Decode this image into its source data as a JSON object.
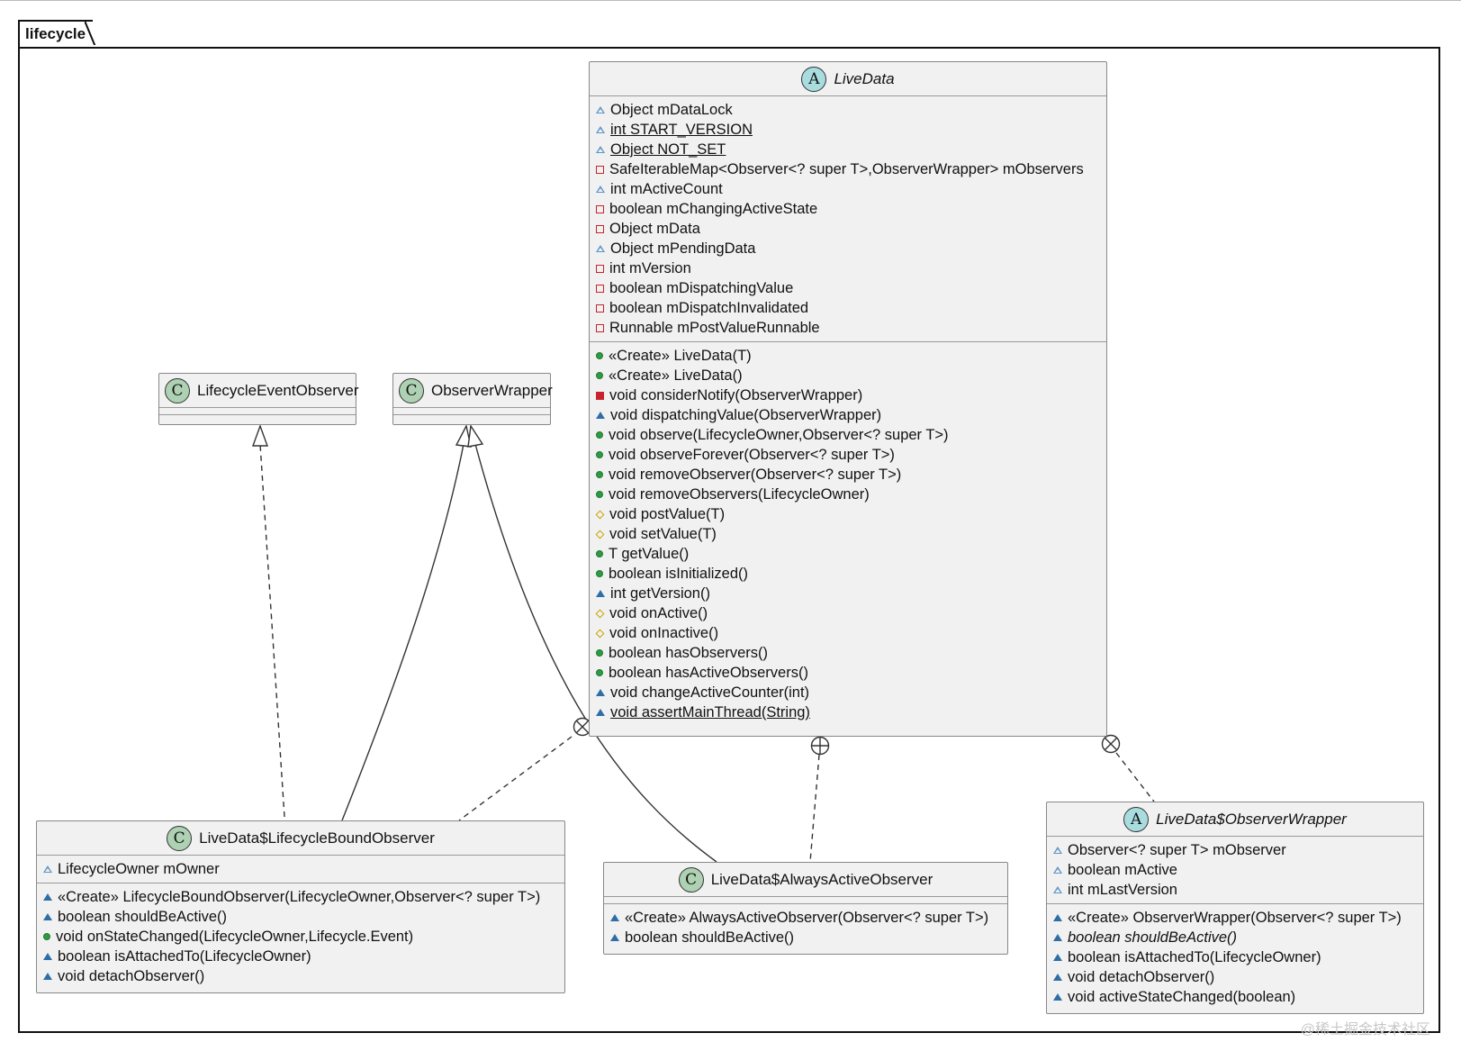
{
  "package": {
    "label": "lifecycle"
  },
  "watermark": "@稀土掘金技术社区",
  "classes": {
    "livedata": {
      "badge": "A",
      "name": "LiveData",
      "fields": [
        {
          "vis": "pkg-o",
          "text": "Object mDataLock"
        },
        {
          "vis": "pkg-o",
          "text": "int START_VERSION",
          "static": true
        },
        {
          "vis": "pkg-o",
          "text": "Object NOT_SET",
          "static": true
        },
        {
          "vis": "priv-o",
          "text": "SafeIterableMap<Observer<? super T>,ObserverWrapper> mObservers"
        },
        {
          "vis": "pkg-o",
          "text": "int mActiveCount"
        },
        {
          "vis": "priv-o",
          "text": "boolean mChangingActiveState"
        },
        {
          "vis": "priv-o",
          "text": "Object mData"
        },
        {
          "vis": "pkg-o",
          "text": "Object mPendingData"
        },
        {
          "vis": "priv-o",
          "text": "int mVersion"
        },
        {
          "vis": "priv-o",
          "text": "boolean mDispatchingValue"
        },
        {
          "vis": "priv-o",
          "text": "boolean mDispatchInvalidated"
        },
        {
          "vis": "priv-o",
          "text": "Runnable mPostValueRunnable"
        }
      ],
      "methods": [
        {
          "vis": "pub-f",
          "text": "«Create» LiveData(T)"
        },
        {
          "vis": "pub-f",
          "text": "«Create» LiveData()"
        },
        {
          "vis": "priv-f",
          "text": "void considerNotify(ObserverWrapper)"
        },
        {
          "vis": "pkg-f",
          "text": "void dispatchingValue(ObserverWrapper)"
        },
        {
          "vis": "pub-f",
          "text": "void observe(LifecycleOwner,Observer<? super T>)"
        },
        {
          "vis": "pub-f",
          "text": "void observeForever(Observer<? super T>)"
        },
        {
          "vis": "pub-f",
          "text": "void removeObserver(Observer<? super T>)"
        },
        {
          "vis": "pub-f",
          "text": "void removeObservers(LifecycleOwner)"
        },
        {
          "vis": "prot-o",
          "text": "void postValue(T)"
        },
        {
          "vis": "prot-o",
          "text": "void setValue(T)"
        },
        {
          "vis": "pub-f",
          "text": "T getValue()"
        },
        {
          "vis": "pub-f",
          "text": "boolean isInitialized()"
        },
        {
          "vis": "pkg-f",
          "text": "int getVersion()"
        },
        {
          "vis": "prot-o",
          "text": "void onActive()"
        },
        {
          "vis": "prot-o",
          "text": "void onInactive()"
        },
        {
          "vis": "pub-f",
          "text": "boolean hasObservers()"
        },
        {
          "vis": "pub-f",
          "text": "boolean hasActiveObservers()"
        },
        {
          "vis": "pkg-f",
          "text": "void changeActiveCounter(int)"
        },
        {
          "vis": "pkg-f",
          "text": "void assertMainThread(String)",
          "static": true
        }
      ]
    },
    "lifecycle_event_observer": {
      "badge": "C",
      "name": "LifecycleEventObserver"
    },
    "observer_wrapper_iface": {
      "badge": "C",
      "name": "ObserverWrapper"
    },
    "lifecycle_bound_observer": {
      "badge": "C",
      "name": "LiveData$LifecycleBoundObserver",
      "fields": [
        {
          "vis": "pkg-o",
          "text": "LifecycleOwner mOwner"
        }
      ],
      "methods": [
        {
          "vis": "pkg-f",
          "text": "«Create» LifecycleBoundObserver(LifecycleOwner,Observer<? super T>)"
        },
        {
          "vis": "pkg-f",
          "text": "boolean shouldBeActive()"
        },
        {
          "vis": "pub-f",
          "text": "void onStateChanged(LifecycleOwner,Lifecycle.Event)"
        },
        {
          "vis": "pkg-f",
          "text": "boolean isAttachedTo(LifecycleOwner)"
        },
        {
          "vis": "pkg-f",
          "text": "void detachObserver()"
        }
      ]
    },
    "always_active_observer": {
      "badge": "C",
      "name": "LiveData$AlwaysActiveObserver",
      "fields": [],
      "methods": [
        {
          "vis": "pkg-f",
          "text": "«Create» AlwaysActiveObserver(Observer<? super T>)"
        },
        {
          "vis": "pkg-f",
          "text": "boolean shouldBeActive()"
        }
      ]
    },
    "livedata_observer_wrapper": {
      "badge": "A",
      "name": "LiveData$ObserverWrapper",
      "fields": [
        {
          "vis": "pkg-o",
          "text": "Observer<? super T> mObserver"
        },
        {
          "vis": "pkg-o",
          "text": "boolean mActive"
        },
        {
          "vis": "pkg-o",
          "text": "int mLastVersion"
        }
      ],
      "methods": [
        {
          "vis": "pkg-f",
          "text": "«Create» ObserverWrapper(Observer<? super T>)"
        },
        {
          "vis": "pkg-f",
          "text": "boolean shouldBeActive()",
          "abstract": true
        },
        {
          "vis": "pkg-f",
          "text": "boolean isAttachedTo(LifecycleOwner)"
        },
        {
          "vis": "pkg-f",
          "text": "void detachObserver()"
        },
        {
          "vis": "pkg-f",
          "text": "void activeStateChanged(boolean)"
        }
      ]
    }
  }
}
